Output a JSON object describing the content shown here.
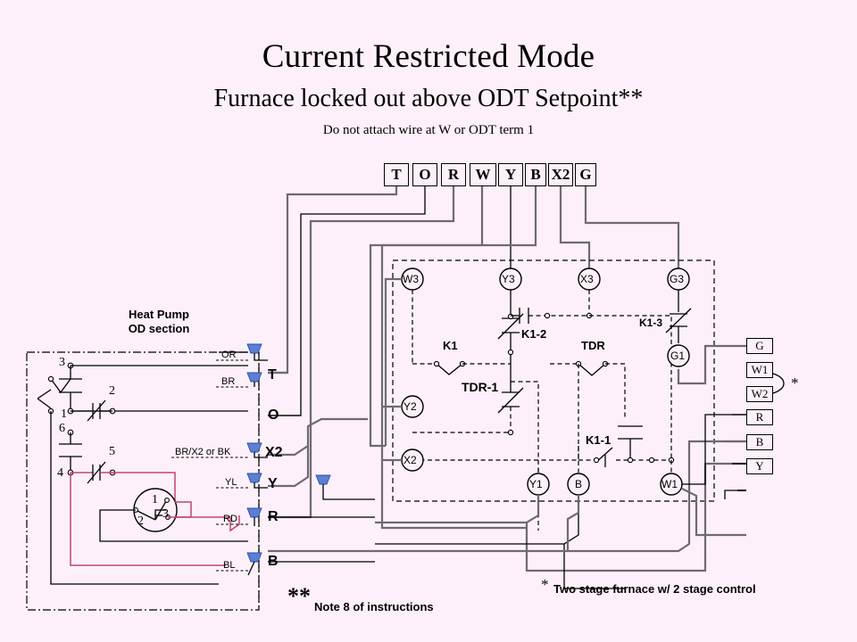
{
  "titles": {
    "main": "Current Restricted Mode",
    "sub": "Furnace locked out above ODT Setpoint**",
    "note": "Do not attach wire at W or ODT term 1"
  },
  "thermostat_strip": {
    "name": "thermostat-terminal-strip",
    "terminals": [
      "T",
      "O",
      "R",
      "W",
      "Y",
      "B",
      "X2",
      "G"
    ]
  },
  "heat_pump": {
    "section_label_line1": "Heat Pump",
    "section_label_line2": "OD section",
    "switch_contact_numbers": [
      "3",
      "2",
      "1",
      "6",
      "5",
      "4"
    ],
    "plug_pins": [
      "1",
      "2",
      "3"
    ],
    "wire_labels": [
      "OR",
      "BR",
      "BR/X2 or BK",
      "YL",
      "RD",
      "BL"
    ],
    "terminals": [
      "T",
      "O",
      "X2",
      "Y",
      "R",
      "B"
    ]
  },
  "control_board": {
    "name": "two-stage-control-board",
    "terminals_top": [
      "W3",
      "Y3",
      "X3",
      "G3"
    ],
    "terminal_g1": "G1",
    "terminals_left": [
      "Y2",
      "X2"
    ],
    "terminals_bottom": [
      "Y1",
      "B",
      "W1"
    ],
    "relays": {
      "k1": "K1",
      "k1_1": "K1-1",
      "k1_2": "K1-2",
      "k1_3": "K1-3",
      "tdr": "TDR",
      "tdr_1": "TDR-1"
    }
  },
  "furnace_strip": {
    "name": "furnace-terminal-block",
    "terminals": [
      "G",
      "W1",
      "W2",
      "R",
      "B",
      "Y"
    ],
    "jumper_marker": "*"
  },
  "footnotes": {
    "double_star_symbol": "**",
    "double_star_text": "Note 8 of instructions",
    "single_star_symbol": "*",
    "single_star_text": "Two stage furnace w/ 2 stage control"
  },
  "colors": {
    "background": "#fdf0fa",
    "wire_black": "#000000",
    "wire_gray": "#6e6a72",
    "wire_red": "#c2456e",
    "connector_blue": "#5b7fd4"
  }
}
